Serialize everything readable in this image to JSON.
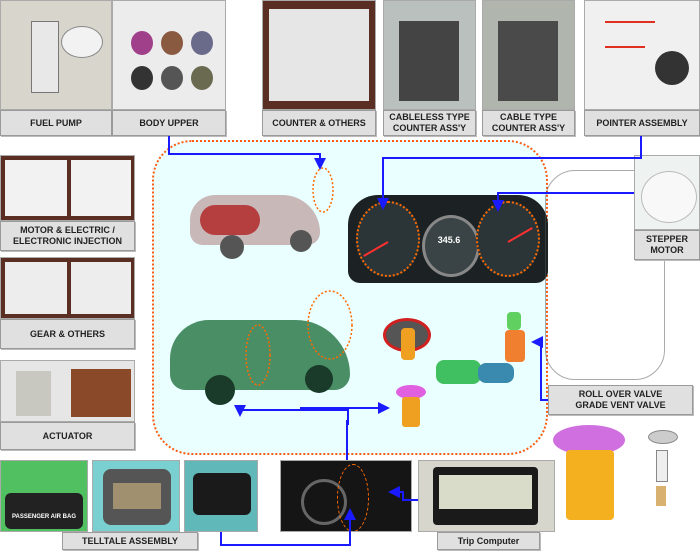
{
  "top_labels": {
    "fuel_pump": "FUEL  PUMP",
    "body_upper": "BODY UPPER",
    "counter_others": "COUNTER & OTHERS",
    "cableless": "CABLELESS TYPE\nCOUNTER ASS'Y",
    "cable": "CABLE TYPE\nCOUNTER ASS'Y",
    "pointer": "POINTER ASSEMBLY"
  },
  "left_labels": {
    "motor": "MOTOR & ELECTRIC /\nELECTRONIC INJECTION",
    "gear": "GEAR & OTHERS",
    "actuator": "ACTUATOR"
  },
  "right_labels": {
    "stepper": "STEPPER\nMOTOR",
    "valve": "ROLL OVER VALVE\nGRADE VENT VALVE"
  },
  "bottom_labels": {
    "telltale": "TELLTALE ASSEMBLY",
    "trip": "Trip Computer",
    "airbag_text": "PASSENGER AIR BAG"
  },
  "cluster": {
    "readout": "345.6"
  },
  "colors": {
    "connector": "#1a1aff",
    "highlight": "#ff6a00",
    "panel": "#eaffff"
  }
}
